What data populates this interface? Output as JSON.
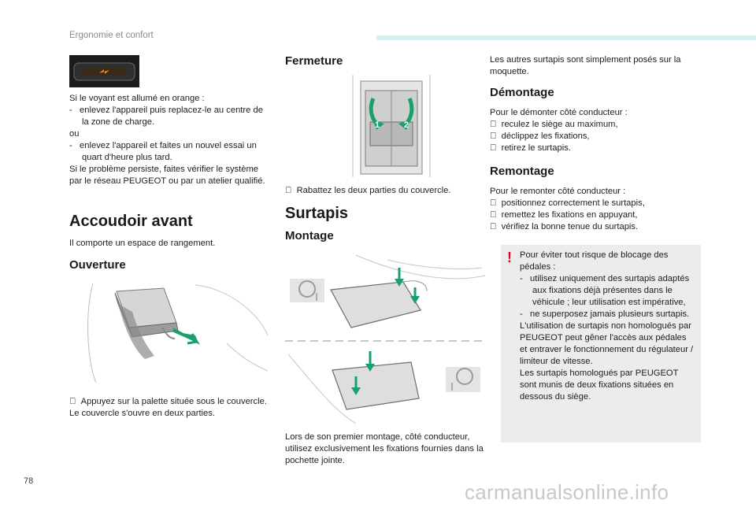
{
  "header": {
    "title": "Ergonomie et confort"
  },
  "page_number": "78",
  "watermark": "carmanualsonline.info",
  "col1": {
    "intro_lines": [
      "Si le voyant est allumé en orange :",
      "-   enlevez l'appareil puis replacez-le au centre de la zone de charge.",
      "ou",
      "-   enlevez l'appareil et faites un nouvel essai un quart d'heure plus tard.",
      "Si le problème persiste, faites vérifier le système par le réseau PEUGEOT ou par un atelier qualifié."
    ],
    "section_title": "Accoudoir avant",
    "section_text": "Il comporte un espace de rangement.",
    "ouverture_title": "Ouverture",
    "ouverture_step": "  Appuyez sur la palette située sous le couvercle.",
    "ouverture_note": "Le couvercle s'ouvre en deux parties."
  },
  "col2": {
    "fermeture_title": "Fermeture",
    "fermeture_step": "  Rabattez les deux parties du couvercle.",
    "label_1": "1",
    "label_2": "2",
    "surtapis_title": "Surtapis",
    "montage_title": "Montage",
    "montage_text": "Lors de son premier montage, côté conducteur, utilisez exclusivement les fixations fournies dans la pochette jointe."
  },
  "col3": {
    "intro": "Les autres surtapis sont simplement posés sur la moquette.",
    "demontage_title": "Démontage",
    "demontage_lines": [
      "Pour le démonter côté conducteur :",
      "  reculez le siège au maximum,",
      "  déclippez les fixations,",
      "  retirez le surtapis."
    ],
    "remontage_title": "Remontage",
    "remontage_lines": [
      "Pour le remonter côté conducteur :",
      "  positionnez correctement le surtapis,",
      "  remettez les fixations en appuyant,",
      "  vérifiez la bonne tenue du surtapis."
    ],
    "warning": {
      "mark": "!",
      "lines": [
        "Pour éviter tout risque de blocage des pédales :",
        "-   utilisez uniquement des surtapis adaptés aux fixations déjà présentes dans le véhicule ; leur utilisation est impérative,",
        "-   ne superposez jamais plusieurs surtapis.",
        "L'utilisation de surtapis non homologués par PEUGEOT peut gêner l'accès aux pédales et entraver le fonctionnement du régulateur / limiteur de vitesse.",
        "Les surtapis homologués par PEUGEOT sont munis de deux fixations situées en dessous du siège."
      ]
    }
  },
  "colors": {
    "accent_green": "#1aa06a",
    "warning_red": "#e2001a",
    "header_bar": "#d4eef2"
  }
}
